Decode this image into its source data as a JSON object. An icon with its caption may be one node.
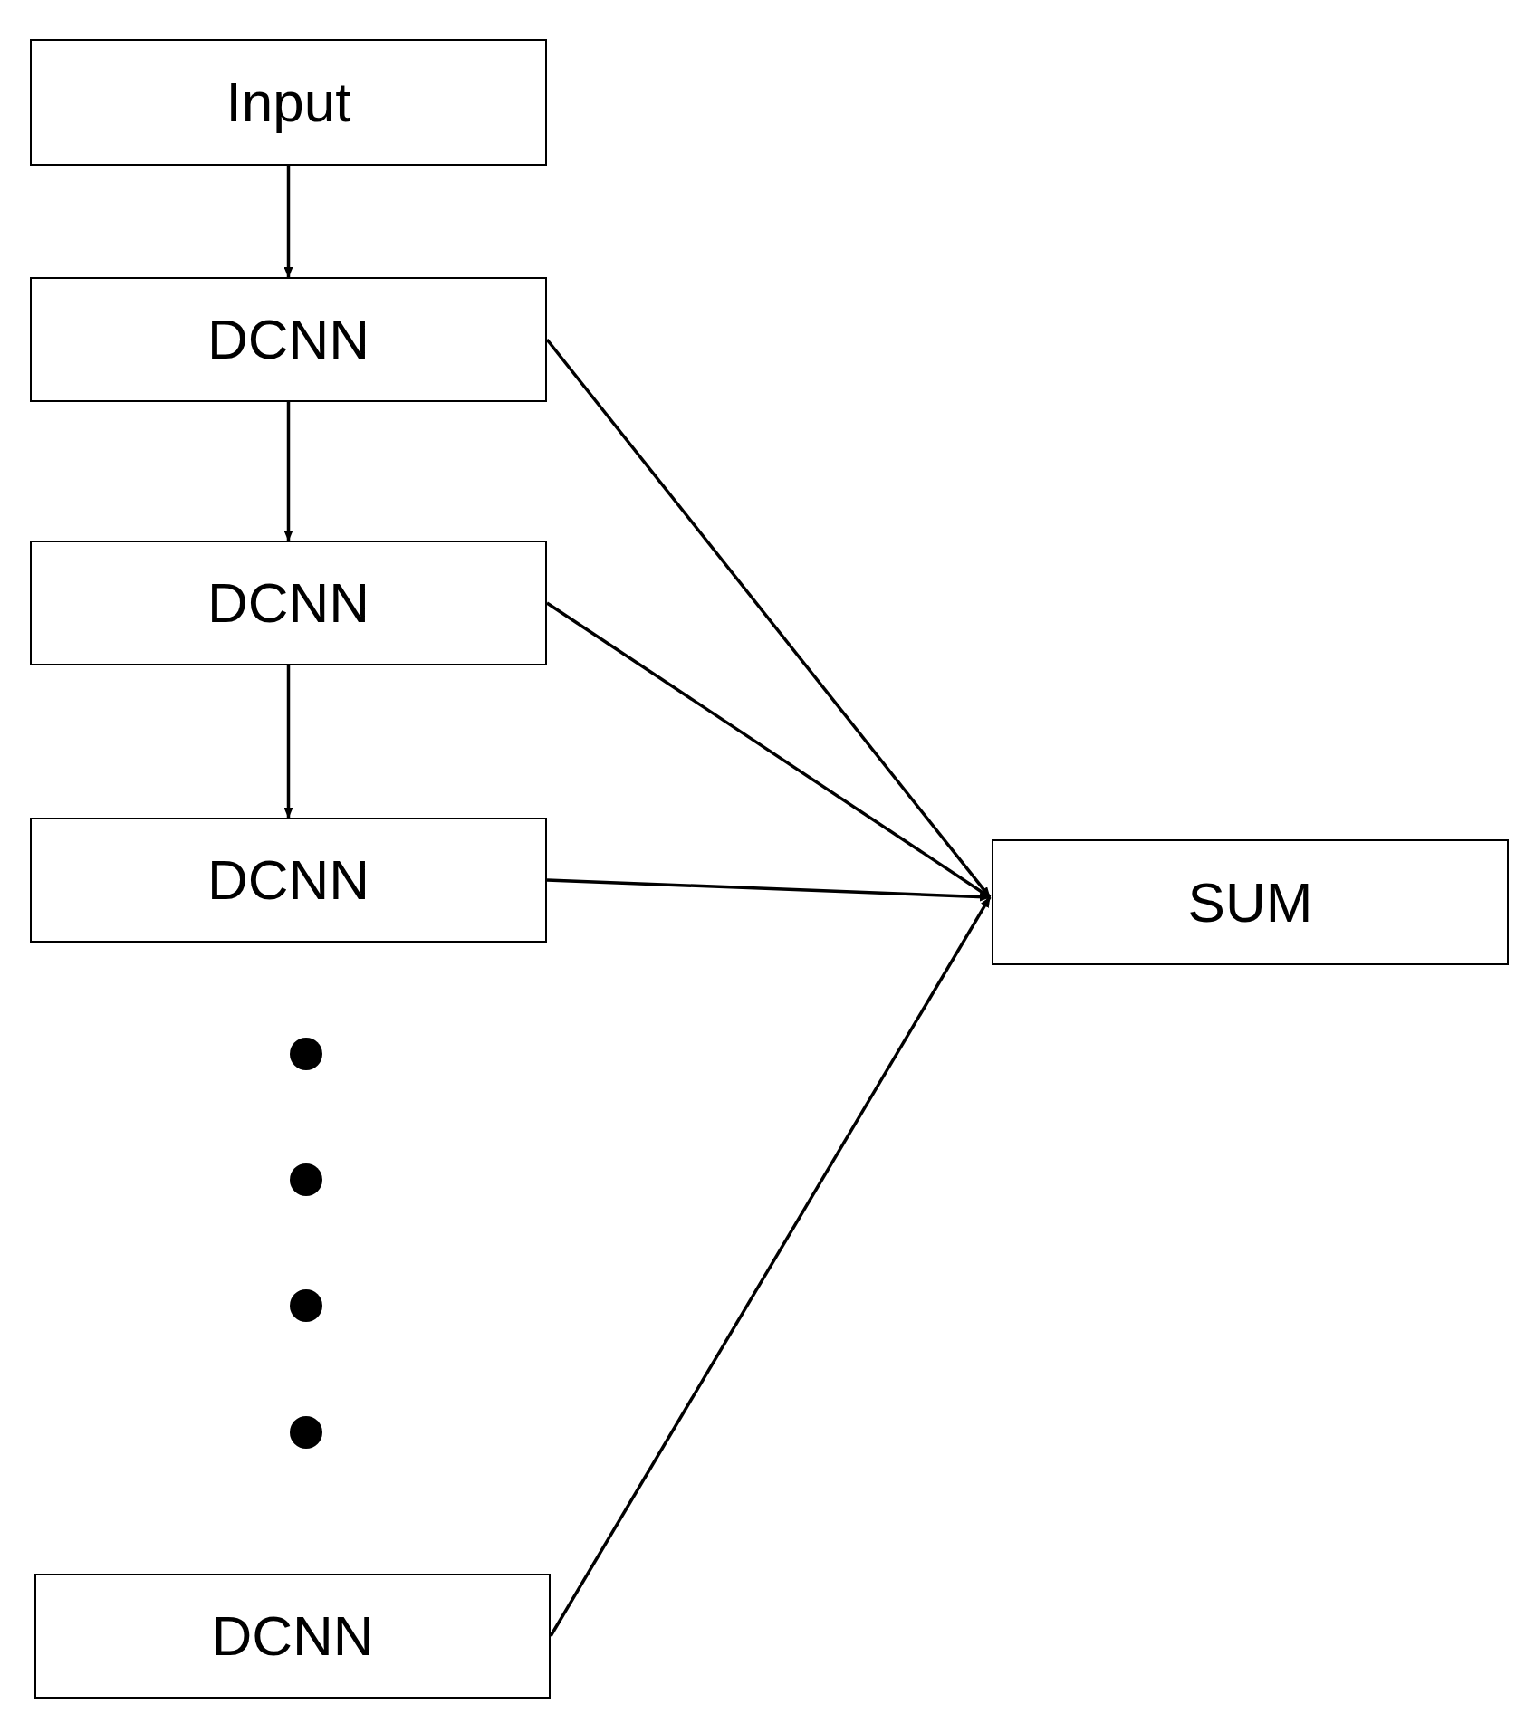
{
  "diagram": {
    "nodes": [
      {
        "text": [
          "Input"
        ]
      },
      {
        "text": [
          "DCNN"
        ]
      },
      {
        "text": [
          "DCNN"
        ]
      },
      {
        "text": [
          "DCNN"
        ]
      },
      {
        "text": [
          "DCNN"
        ]
      },
      {
        "text": [
          "SUM"
        ]
      }
    ],
    "edges": [
      {
        "from": 0,
        "to": 1,
        "arrow": "to"
      },
      {
        "from": 1,
        "to": 2,
        "arrow": "to"
      },
      {
        "from": 2,
        "to": 3,
        "arrow": "to"
      },
      {
        "from": 1,
        "to": 5,
        "arrow": "to"
      },
      {
        "from": 2,
        "to": 5,
        "arrow": "to"
      },
      {
        "from": 3,
        "to": 5,
        "arrow": "to"
      },
      {
        "from": 4,
        "to": 5,
        "arrow": "to"
      }
    ]
  }
}
